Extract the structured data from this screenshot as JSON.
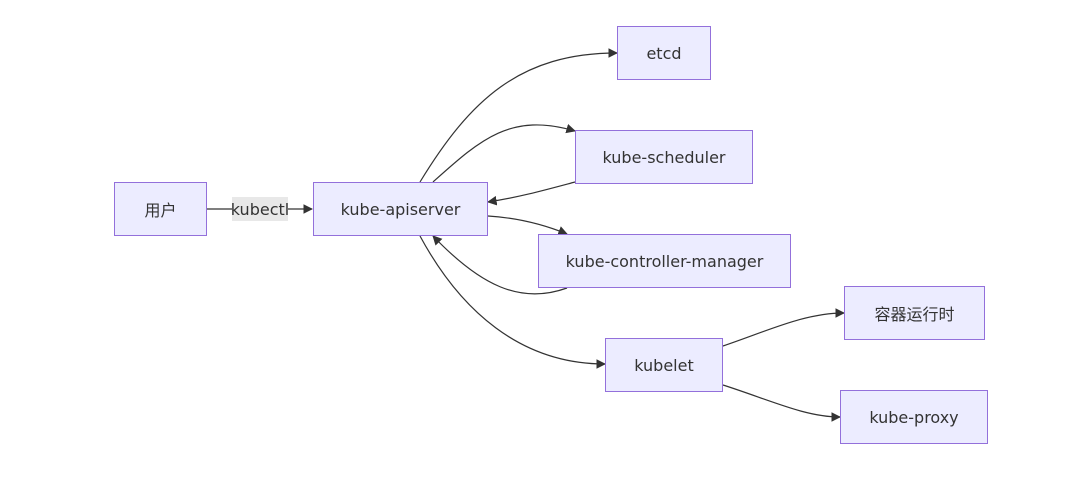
{
  "nodes": {
    "user": "用户",
    "apiserver": "kube-apiserver",
    "etcd": "etcd",
    "scheduler": "kube-scheduler",
    "controller_manager": "kube-controller-manager",
    "kubelet": "kubelet",
    "runtime": "容器运行时",
    "proxy": "kube-proxy"
  },
  "edge_labels": {
    "user_to_apiserver": "kubectl"
  },
  "edges": [
    {
      "from": "user",
      "to": "apiserver",
      "label": "kubectl"
    },
    {
      "from": "apiserver",
      "to": "etcd"
    },
    {
      "from": "apiserver",
      "to": "scheduler"
    },
    {
      "from": "scheduler",
      "to": "apiserver"
    },
    {
      "from": "apiserver",
      "to": "controller_manager"
    },
    {
      "from": "controller_manager",
      "to": "apiserver"
    },
    {
      "from": "apiserver",
      "to": "kubelet"
    },
    {
      "from": "kubelet",
      "to": "runtime"
    },
    {
      "from": "kubelet",
      "to": "proxy"
    }
  ],
  "colors": {
    "node_fill": "#ECECFF",
    "node_border": "#9370DB",
    "edge": "#333333",
    "edge_label_bg": "#e8e8e8",
    "text": "#333333"
  }
}
